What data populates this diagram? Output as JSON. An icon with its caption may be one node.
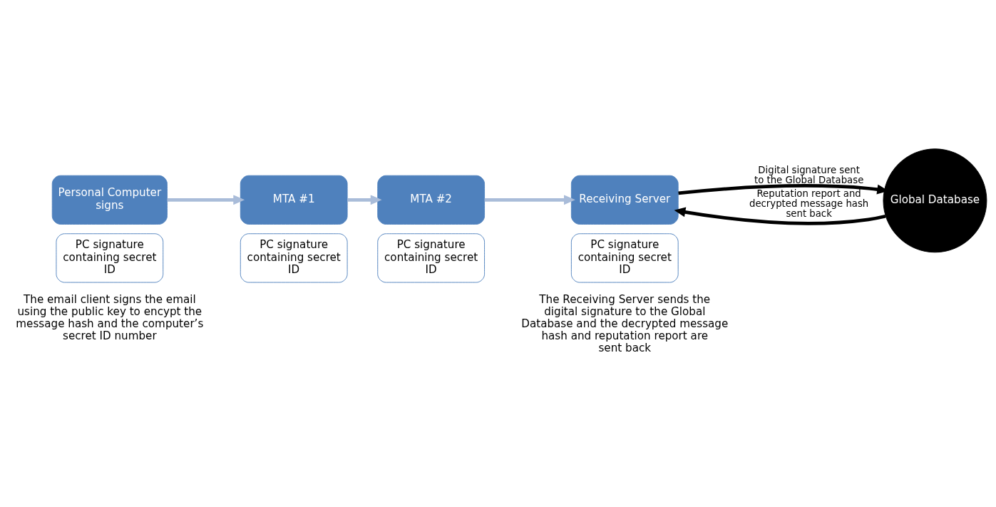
{
  "diagram": {
    "nodes": [
      {
        "text": [
          "Personal Computer signs"
        ]
      },
      {
        "text": [
          "PC signature containing secret ID"
        ],
        "beside": [
          "The email client signs the email using the public key to encypt the message hash and the computer’s secret ID number"
        ]
      },
      {
        "text": [
          "MTA #1"
        ]
      },
      {
        "text": [
          "PC signature containing secret ID"
        ]
      },
      {
        "text": [
          "MTA #2"
        ]
      },
      {
        "text": [
          "PC signature containing secret ID"
        ]
      },
      {
        "text": [
          "Receiving Server"
        ]
      },
      {
        "text": [
          "PC signature containing secret ID"
        ],
        "beside": [
          "The Receiving Server sends the digital signature to the Global Database and the decrypted message hash and reputation report are sent back"
        ]
      },
      {
        "text": [
          "Global Database"
        ]
      }
    ],
    "edges": [
      {
        "from": 0,
        "to": 2,
        "arrow": "to"
      },
      {
        "from": 2,
        "to": 4,
        "arrow": "to"
      },
      {
        "from": 4,
        "to": 6,
        "arrow": "to"
      },
      {
        "from": 6,
        "to": 8,
        "arrow": "to",
        "color": "#000000",
        "label": "Digital signature sent to the Global Database"
      },
      {
        "from": 8,
        "to": 6,
        "arrow": "to",
        "color": "#000000",
        "label": "Reputation report and decrypted message hash sent back"
      }
    ]
  }
}
